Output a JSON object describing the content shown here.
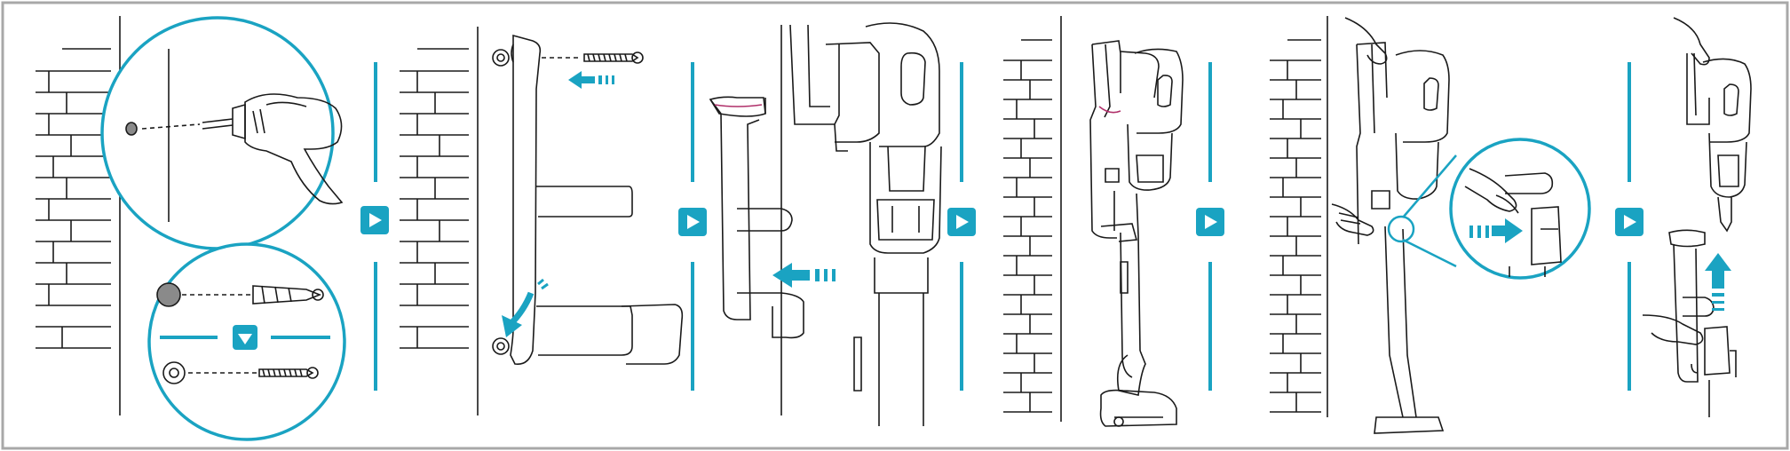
{
  "diagram": {
    "kind": "wall-mount installation instructions",
    "text": [],
    "colors": {
      "accent": "#1aa3c2",
      "line": "#1a1a1a",
      "frame": "#a8a8a8",
      "hole": "#8a8a8a",
      "handle_highlight": "#b0306a",
      "background": "#ffffff"
    },
    "steps": [
      {
        "id": "step-1",
        "icon": "drill-wall-icon"
      },
      {
        "id": "step-2",
        "icon": "screw-bracket-icon"
      },
      {
        "id": "step-3",
        "icon": "attach-accessory-holder-icon"
      },
      {
        "id": "step-4",
        "icon": "vacuum-stand-icon"
      },
      {
        "id": "step-5",
        "icon": "hang-vacuum-icon"
      },
      {
        "id": "step-6",
        "icon": "lift-vacuum-icon"
      }
    ],
    "separators": [
      {
        "icon": "next-step-arrow-icon"
      },
      {
        "icon": "next-step-arrow-icon"
      },
      {
        "icon": "next-step-arrow-icon"
      },
      {
        "icon": "next-step-arrow-icon"
      },
      {
        "icon": "next-step-arrow-icon"
      }
    ]
  }
}
